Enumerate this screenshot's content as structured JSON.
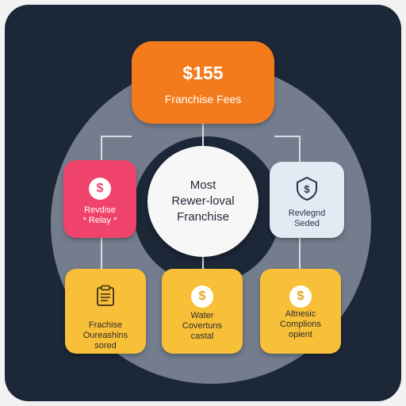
{
  "top": {
    "amount": "$155",
    "label": "Franchise Fees"
  },
  "center": {
    "line1": "Most",
    "line2": "Rewer-loval",
    "line3": "Franchise"
  },
  "left": {
    "icon": "dollar-coin-icon",
    "icon_text": "$",
    "line1": "Revdise",
    "line2": "* Relay *"
  },
  "right": {
    "icon": "dollar-shield-icon",
    "icon_text": "$",
    "line1": "Revlegnd",
    "line2": "Seded"
  },
  "bottom": [
    {
      "icon": "clipboard-icon",
      "line1": "Frachise",
      "line2": "Oureashins",
      "line3": "sored"
    },
    {
      "icon": "dollar-coin-icon",
      "icon_text": "$",
      "line1": "Water",
      "line2": "Covertuns",
      "line3": "castal"
    },
    {
      "icon": "dollar-coin-icon",
      "icon_text": "$",
      "line1": "Altnesic",
      "line2": "Complions",
      "line3": "opient"
    }
  ],
  "colors": {
    "background": "#1c2738",
    "ring": "#737d8d",
    "orange": "#f47b1b",
    "pink": "#f0436b",
    "light_blue": "#e3eaf4",
    "yellow": "#f8c038",
    "connector": "#d9dde3"
  }
}
